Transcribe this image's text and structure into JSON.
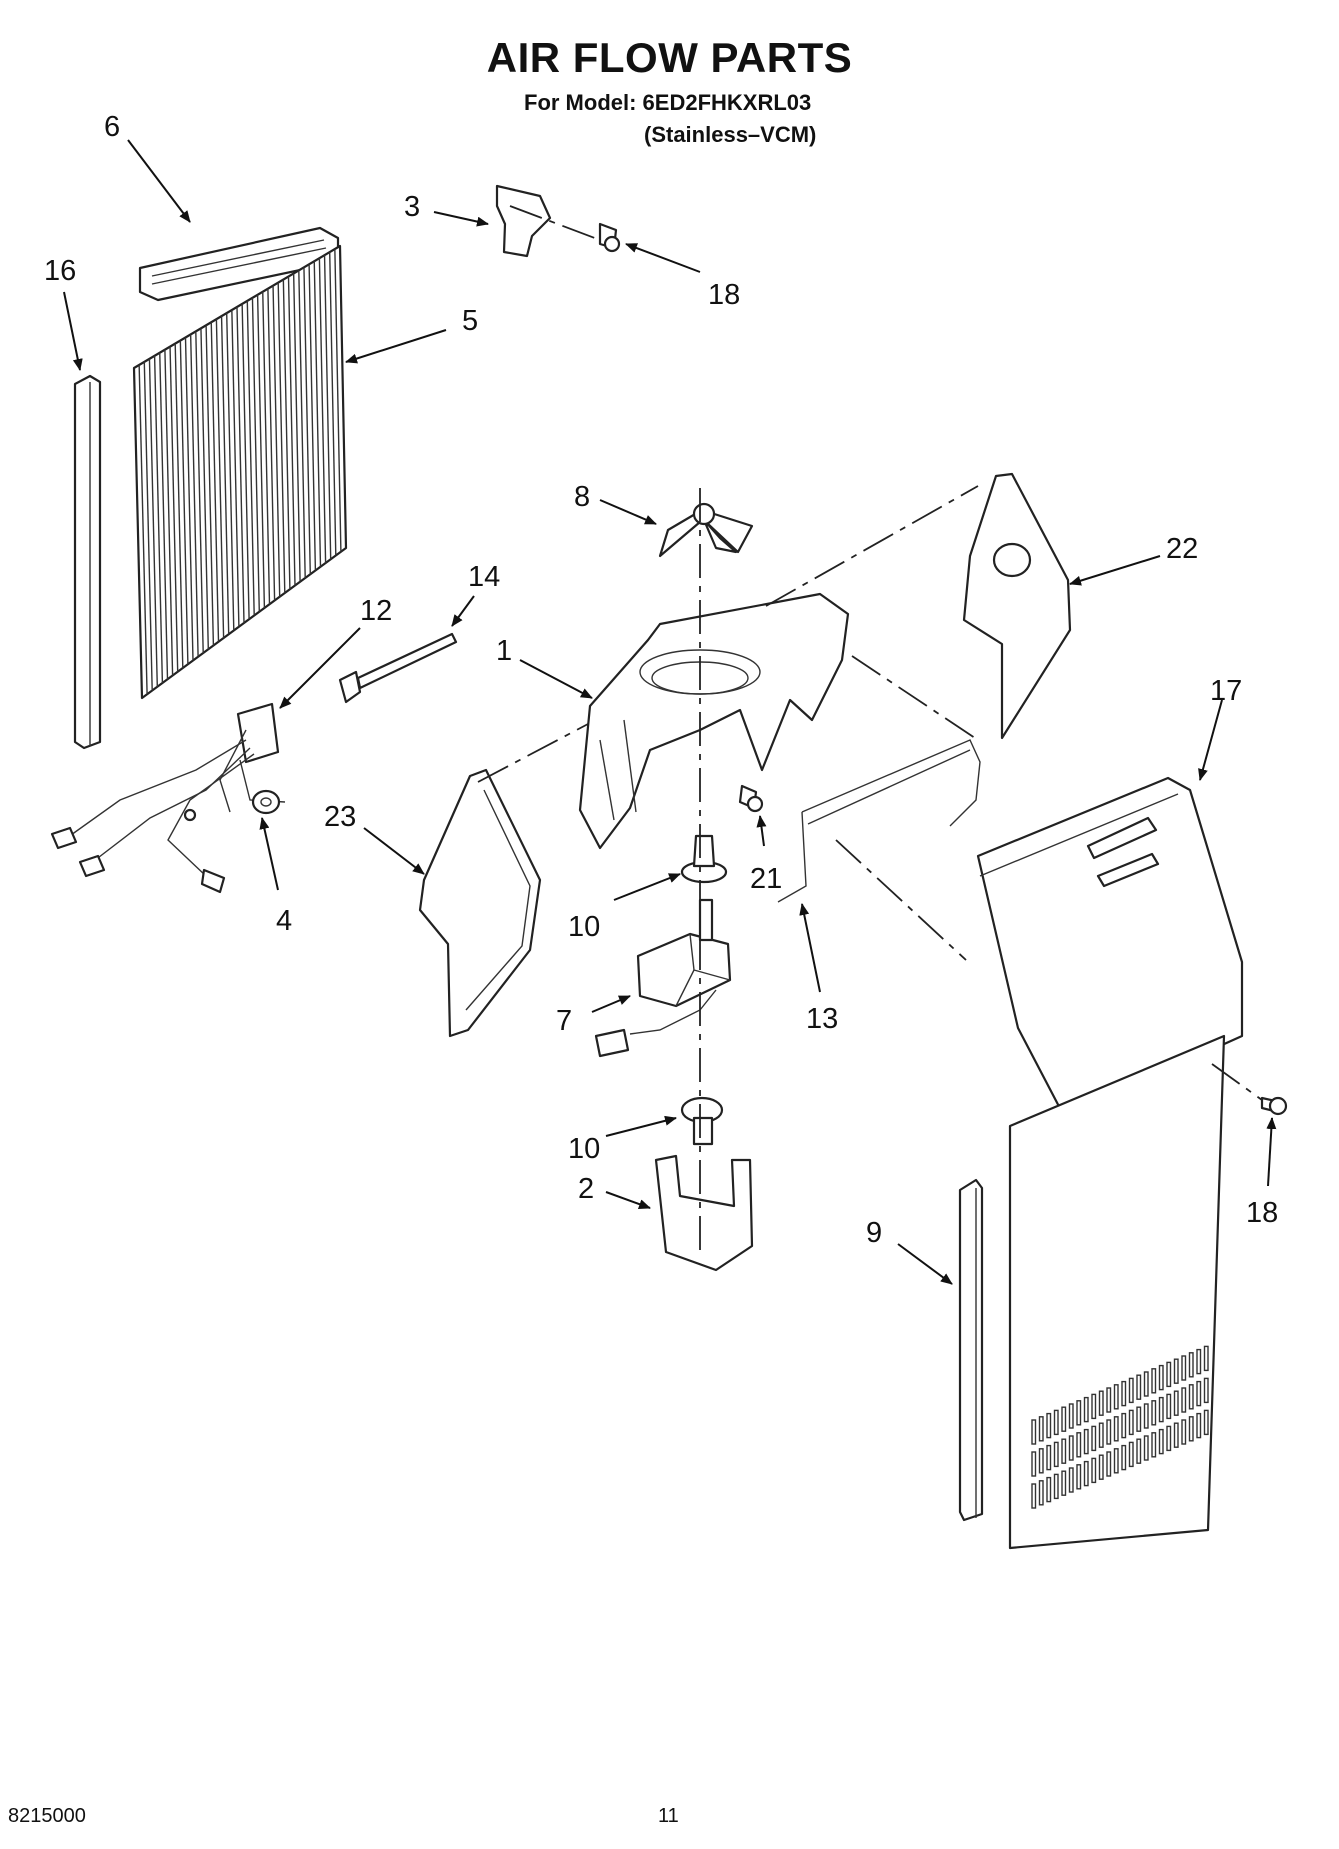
{
  "header": {
    "title": "AIR FLOW PARTS",
    "model_line": "For Model: 6ED2FHKXRL03",
    "finish_line": "(Stainless–VCM)"
  },
  "footer": {
    "doc_number": "8215000",
    "page_number": "11"
  },
  "callouts": {
    "c1": "1",
    "c2": "2",
    "c3": "3",
    "c4": "4",
    "c5": "5",
    "c6": "6",
    "c7": "7",
    "c8": "8",
    "c9": "9",
    "c10a": "10",
    "c10b": "10",
    "c12": "12",
    "c13": "13",
    "c14": "14",
    "c16": "16",
    "c17": "17",
    "c18a": "18",
    "c18b": "18",
    "c21": "21",
    "c22": "22",
    "c23": "23"
  },
  "colors": {
    "ink": "#111111",
    "paper": "#ffffff"
  }
}
